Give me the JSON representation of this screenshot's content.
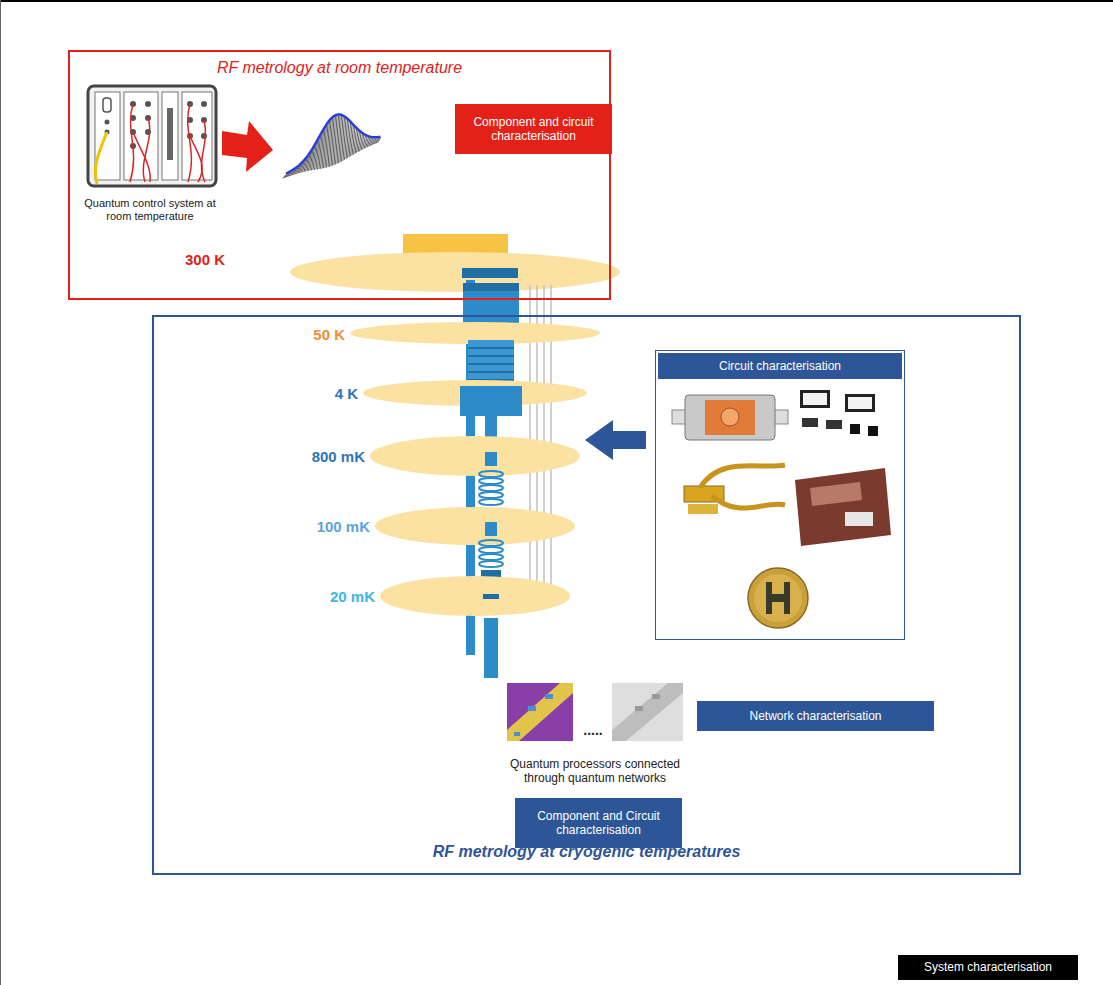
{
  "diagram": {
    "nodes": [
      {
        "text": [
          "RF metrology at room temperature"
        ]
      },
      {
        "text": [
          "Component and circuit characterisation"
        ],
        "in": 0
      },
      {
        "text": [
          "RF metrology at cryogenic temperatures"
        ]
      },
      {
        "text": [
          "Circuit characterisation"
        ],
        "in": 2
      },
      {
        "text": [
          "Network characterisation"
        ],
        "in": 2
      },
      {
        "text": [
          "Component and Circuit characterisation"
        ],
        "in": 2
      },
      {
        "text": [
          "System characterisation"
        ]
      }
    ],
    "labels": [
      "Quantum control system at room temperature",
      "300 K",
      "50 K",
      "4 K",
      "800 mK",
      "100 mK",
      "20 mK",
      ".....",
      "Quantum processors connected through quantum networks"
    ]
  }
}
